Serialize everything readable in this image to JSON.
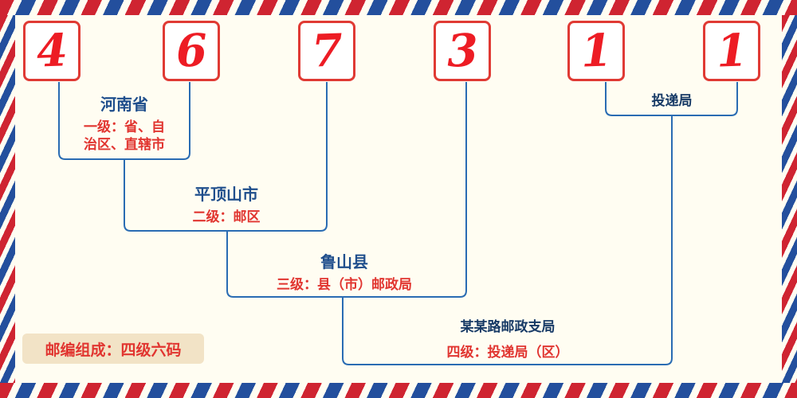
{
  "postal": {
    "code": "467311",
    "digits": [
      "4",
      "6",
      "7",
      "3",
      "1",
      "1"
    ]
  },
  "levels": [
    {
      "place": "河南省",
      "desc_lines": [
        "一级：省、自",
        "治区、直辖市"
      ]
    },
    {
      "place": "平顶山市",
      "desc_lines": [
        "二级：邮区"
      ]
    },
    {
      "place": "鲁山县",
      "desc_lines": [
        "三级：县（市）邮政局"
      ]
    },
    {
      "place": "某某路邮政支局",
      "desc_lines": [
        "四级：投递局（区）"
      ]
    },
    {
      "place": "投递局",
      "desc_lines": []
    }
  ],
  "footer": {
    "note": "邮编组成：四级六码"
  },
  "colors": {
    "background": "#fffdf2",
    "border_red": "#cf2431",
    "border_blue": "#234f9d",
    "digit_red": "#ed1c24",
    "digit_box_border": "#e03a34",
    "connector_blue": "#2a6cb3",
    "place_blue": "#1f4e8c",
    "desc_red": "#e13530",
    "note_bg": "#f2e3c6"
  }
}
